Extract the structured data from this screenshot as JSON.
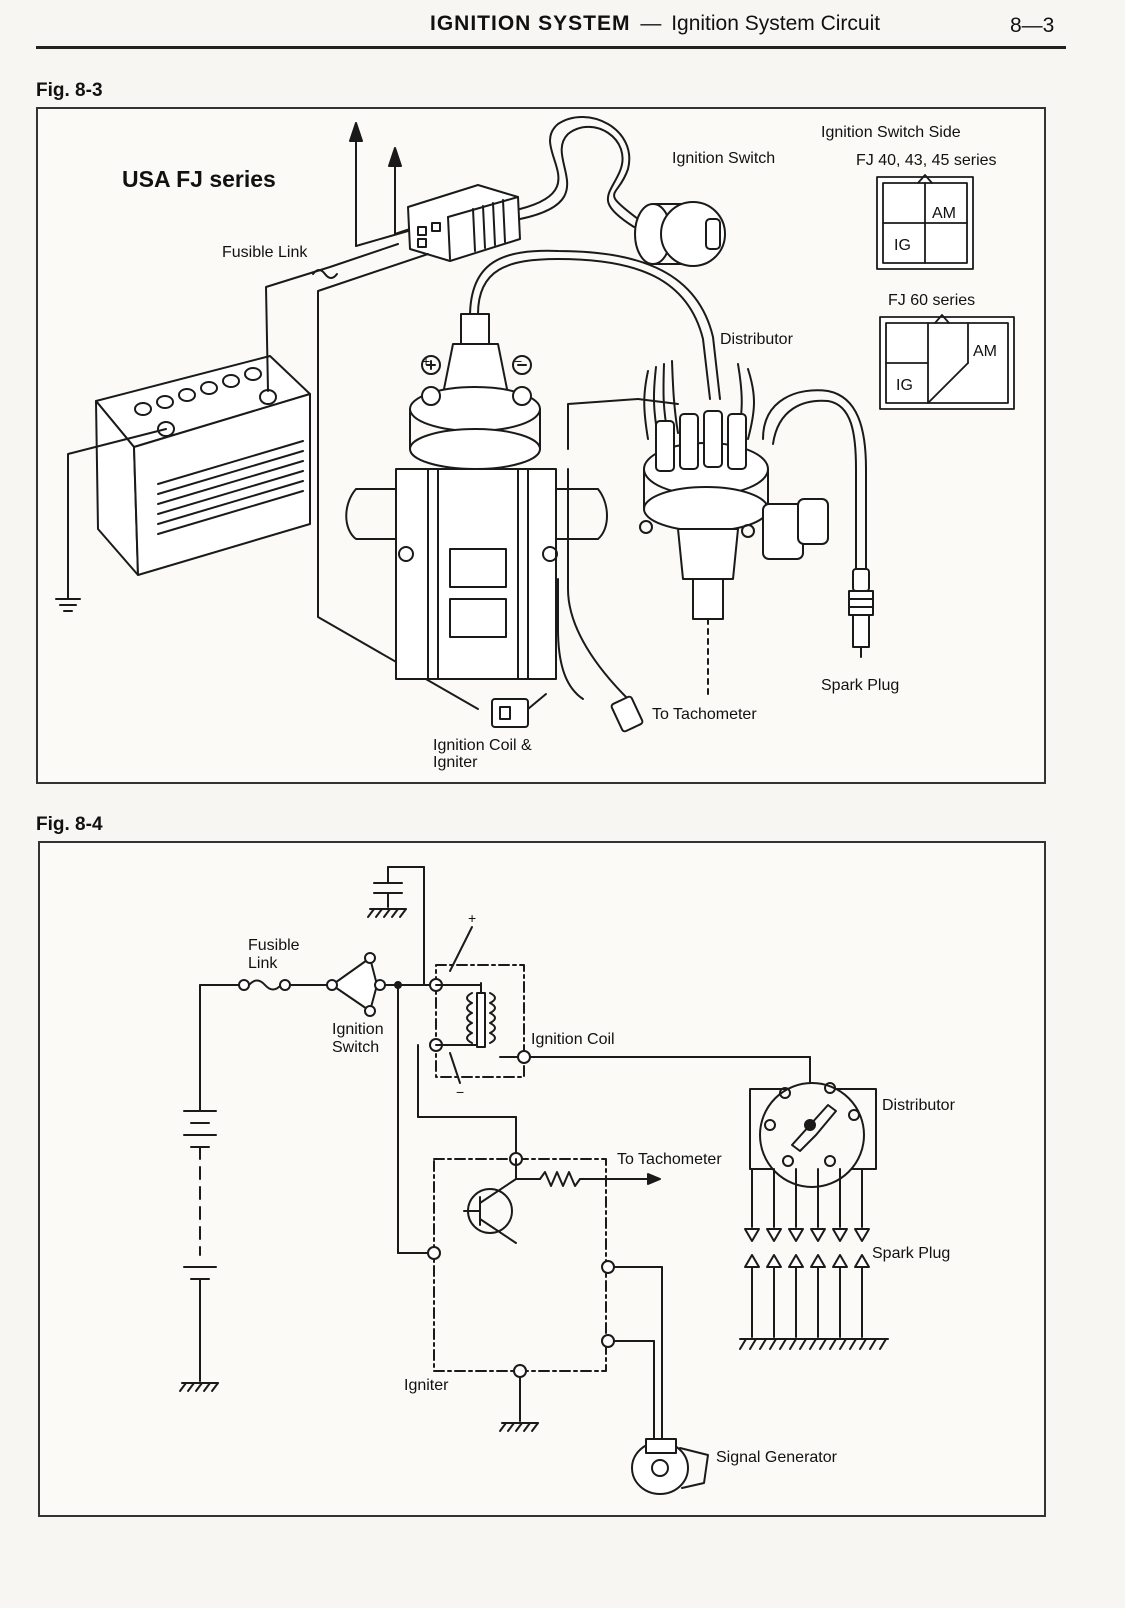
{
  "header": {
    "section_title": "IGNITION SYSTEM",
    "separator": "—",
    "subtitle": "Ignition System Circuit",
    "page_number": "8—3"
  },
  "fig3": {
    "label": "Fig. 8-3",
    "series_title": "USA FJ series",
    "fusible_link": "Fusible Link",
    "ignition_switch": "Ignition Switch",
    "distributor": "Distributor",
    "spark_plug": "Spark Plug",
    "to_tachometer": "To Tachometer",
    "coil_igniter_line1": "Ignition Coil &",
    "coil_igniter_line2": "Igniter",
    "switch_side": "Ignition Switch Side",
    "fj40_series": "FJ 40, 43, 45 series",
    "fj60_series": "FJ 60 series",
    "connector_am": "AM",
    "connector_ig": "IG",
    "plus": "+",
    "minus": "−"
  },
  "fig4": {
    "label": "Fig. 8-4",
    "fusible_line1": "Fusible",
    "fusible_line2": "Link",
    "switch_line1": "Ignition",
    "switch_line2": "Switch",
    "ignition_coil": "Ignition Coil",
    "to_tachometer": "To Tachometer",
    "distributor": "Distributor",
    "spark_plug": "Spark Plug",
    "igniter": "Igniter",
    "signal_generator": "Signal Generator",
    "plus": "+",
    "minus": "−"
  }
}
